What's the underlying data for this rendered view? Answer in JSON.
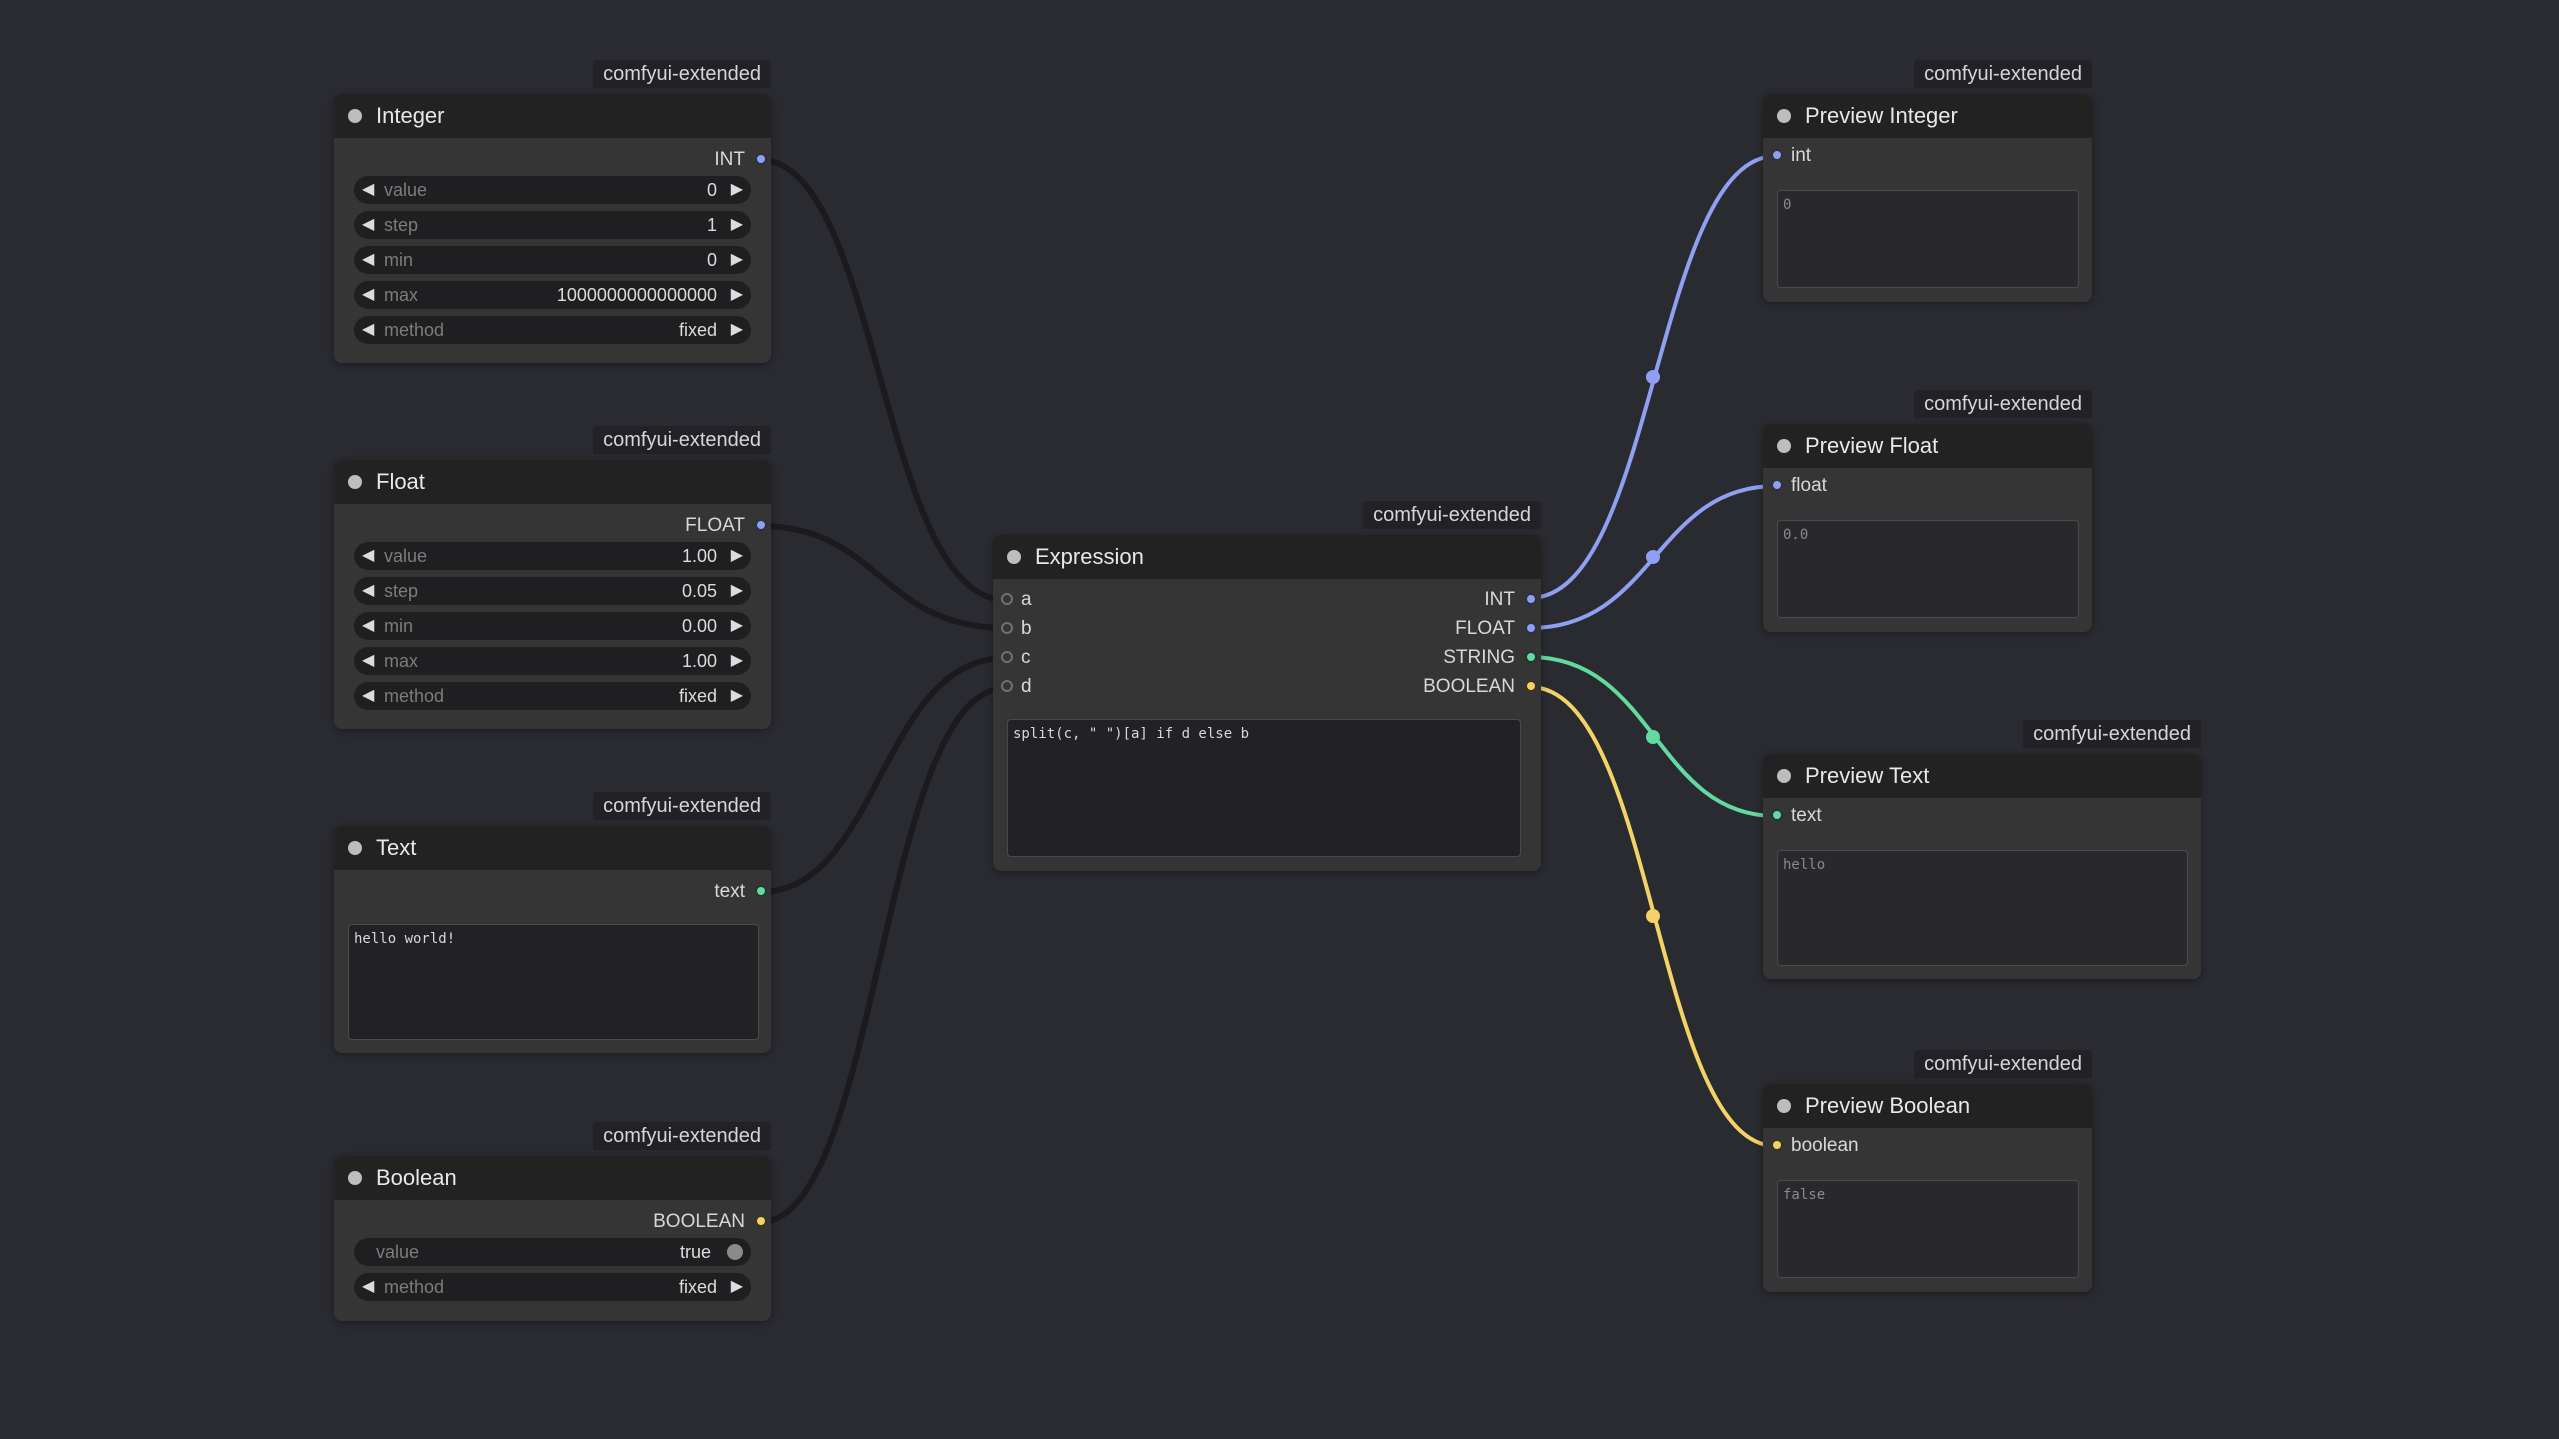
{
  "nodes": {
    "integer": {
      "tag": "comfyui-extended",
      "title": "Integer",
      "output": "INT",
      "widgets": [
        {
          "name": "value",
          "value": "0"
        },
        {
          "name": "step",
          "value": "1"
        },
        {
          "name": "min",
          "value": "0"
        },
        {
          "name": "max",
          "value": "1000000000000000"
        },
        {
          "name": "method",
          "value": "fixed"
        }
      ]
    },
    "float": {
      "tag": "comfyui-extended",
      "title": "Float",
      "output": "FLOAT",
      "widgets": [
        {
          "name": "value",
          "value": "1.00"
        },
        {
          "name": "step",
          "value": "0.05"
        },
        {
          "name": "min",
          "value": "0.00"
        },
        {
          "name": "max",
          "value": "1.00"
        },
        {
          "name": "method",
          "value": "fixed"
        }
      ]
    },
    "text": {
      "tag": "comfyui-extended",
      "title": "Text",
      "output": "text",
      "content": "hello world!"
    },
    "boolean": {
      "tag": "comfyui-extended",
      "title": "Boolean",
      "output": "BOOLEAN",
      "widgets": [
        {
          "name": "value",
          "value": "true"
        },
        {
          "name": "method",
          "value": "fixed"
        }
      ]
    },
    "expression": {
      "tag": "comfyui-extended",
      "title": "Expression",
      "inputs": [
        "a",
        "b",
        "c",
        "d"
      ],
      "outputs": [
        "INT",
        "FLOAT",
        "STRING",
        "BOOLEAN"
      ],
      "expression": "split(c, \" \")[a] if d else b"
    },
    "preview_integer": {
      "tag": "comfyui-extended",
      "title": "Preview Integer",
      "input": "int",
      "content": "0"
    },
    "preview_float": {
      "tag": "comfyui-extended",
      "title": "Preview Float",
      "input": "float",
      "content": "0.0"
    },
    "preview_text": {
      "tag": "comfyui-extended",
      "title": "Preview Text",
      "input": "text",
      "content": "hello"
    },
    "preview_boolean": {
      "tag": "comfyui-extended",
      "title": "Preview Boolean",
      "input": "boolean",
      "content": "false"
    }
  },
  "colors": {
    "background": "#2a2b31",
    "node_body": "#353535",
    "node_header": "#222222",
    "int_float": "#8f9ff2",
    "string": "#64d8a1",
    "boolean": "#f3d266",
    "dark_link": "#1b1b1d"
  },
  "icons": {
    "node_status": "circle-dot-icon",
    "decrement": "triangle-left-icon",
    "increment": "triangle-right-icon"
  }
}
